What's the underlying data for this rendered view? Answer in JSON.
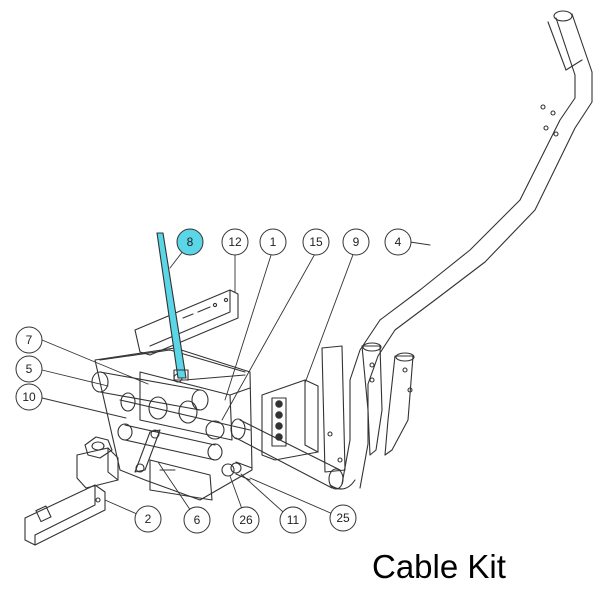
{
  "caption": "Cable Kit",
  "highlight_color": "#5ad6e6",
  "callouts": [
    {
      "id": "c8",
      "label": "8",
      "highlighted": true
    },
    {
      "id": "c12",
      "label": "12"
    },
    {
      "id": "c1",
      "label": "1"
    },
    {
      "id": "c15",
      "label": "15"
    },
    {
      "id": "c9",
      "label": "9"
    },
    {
      "id": "c4",
      "label": "4"
    },
    {
      "id": "c7",
      "label": "7"
    },
    {
      "id": "c5",
      "label": "5"
    },
    {
      "id": "c10",
      "label": "10"
    },
    {
      "id": "c2",
      "label": "2"
    },
    {
      "id": "c6",
      "label": "6"
    },
    {
      "id": "c26",
      "label": "26"
    },
    {
      "id": "c11",
      "label": "11"
    },
    {
      "id": "c25",
      "label": "25"
    }
  ]
}
